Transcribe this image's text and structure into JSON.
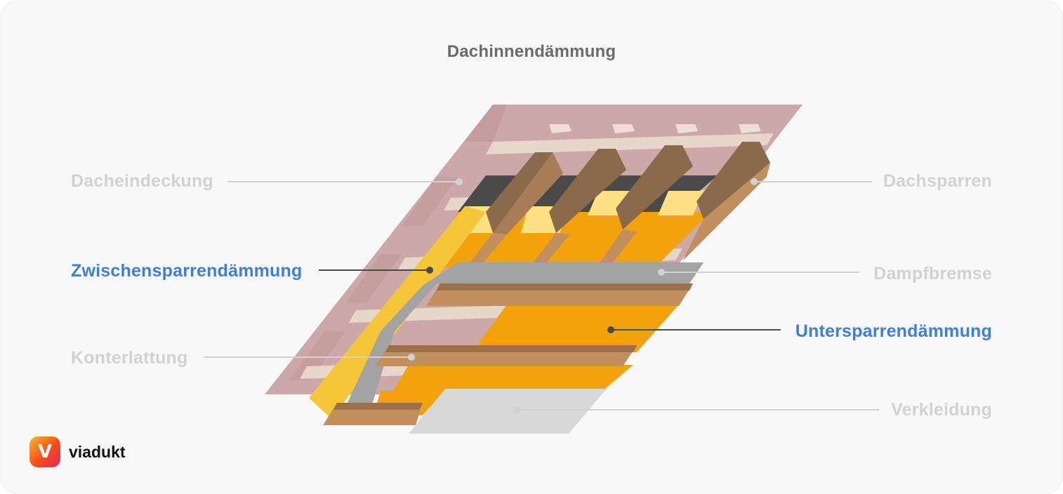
{
  "diagram": {
    "title": "Dachinnendämmung",
    "labels": {
      "dacheindeckung": "Dacheindeckung",
      "dachsparren": "Dachsparren",
      "zwischensparrendaemmung": "Zwischensparrendämmung",
      "dampfbremse": "Dampfbremse",
      "untersparrendaemmung": "Untersparrendämmung",
      "konterlattung": "Konterlattung",
      "verkleidung": "Verkleidung"
    },
    "highlighted": [
      "Zwischensparrendämmung",
      "Untersparrendämmung"
    ],
    "colors": {
      "highlight_label": "#3f7fdc",
      "muted_label": "#d2d2d2",
      "roof_covering": "#c9a3a3",
      "rafters": "#8b6a4c",
      "insulation": "#f4a20c",
      "insulation_cut": "#ffe084",
      "vapor_barrier": "#a3a3a3",
      "battens": "#c28f5f",
      "cladding": "#d8d8d8"
    }
  },
  "brand": {
    "logo_letter": "V",
    "name": "viadukt"
  }
}
